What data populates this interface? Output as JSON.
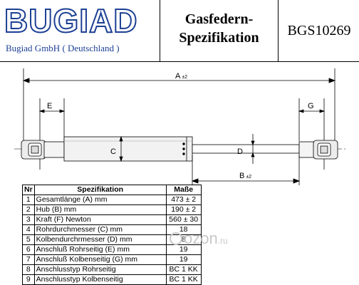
{
  "header": {
    "logo_text": "BUGIAD",
    "company": "Bugiad GmbH ( Deutschland )",
    "title_line1": "Gasfedern-",
    "title_line2": "Spezifikation",
    "part_number": "BGS10269"
  },
  "drawing": {
    "label_a": "A",
    "label_a_tol": "±2",
    "label_b": "B",
    "label_b_tol": "±2",
    "label_c": "C",
    "label_d": "D",
    "label_e": "E",
    "label_g": "G"
  },
  "table": {
    "headers": [
      "Nr",
      "Spezifikation",
      "Maße"
    ],
    "rows": [
      {
        "nr": "1",
        "spec": "Gesamtlänge (A) mm",
        "value": "473 ± 2"
      },
      {
        "nr": "2",
        "spec": "Hub (B)  mm",
        "value": "190 ± 2"
      },
      {
        "nr": "3",
        "spec": "Kraft (F) Newton",
        "value": "560 ± 30"
      },
      {
        "nr": "4",
        "spec": "Rohrdurchmesser (C) mm",
        "value": "18"
      },
      {
        "nr": "5",
        "spec": "Kolbendurchrmesser (D) mm",
        "value": "8"
      },
      {
        "nr": "6",
        "spec": "Anschluß Rohrseitig (E) mm",
        "value": "19"
      },
      {
        "nr": "7",
        "spec": "Anschluß Kolbenseitig (G) mm",
        "value": "19"
      },
      {
        "nr": "8",
        "spec": "Anschlusstyp Rohrseitig",
        "value": "BC 1 KK"
      },
      {
        "nr": "9",
        "spec": "Anschlusstyp Kolbenseitig",
        "value": "BC 1 KK"
      }
    ]
  },
  "watermark": {
    "text": "ozon",
    "suffix": ".ru"
  }
}
